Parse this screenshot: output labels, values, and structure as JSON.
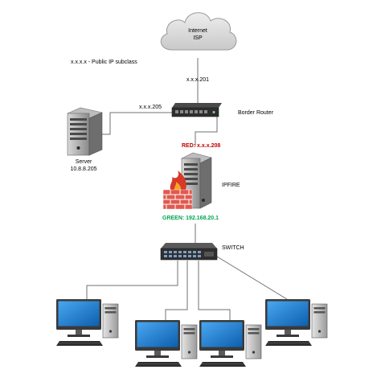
{
  "cloud": {
    "line1": "Internet",
    "line2": "ISP"
  },
  "legend": "x.x.x.x - Public IP subclass",
  "labels": {
    "isp_link_ip": "x.x.x.201",
    "server_link_ip": "x.x.x.205",
    "border_router": "Border Router",
    "server_name": "Server",
    "server_ip": "10.8.8.205",
    "red_ip": "RED: x.x.x.208",
    "ipfire": "IPFIRE",
    "green_ip": "GREEN: 192.168.20.1",
    "switch": "SWITCH"
  },
  "colors": {
    "red_zone": "#c00000",
    "green_zone": "#00a651",
    "monitor_screen": "#1e7fd6"
  },
  "icons": [
    "cloud-icon",
    "router-icon",
    "server-icon",
    "firewall-icon",
    "switch-icon",
    "workstation-icon"
  ]
}
